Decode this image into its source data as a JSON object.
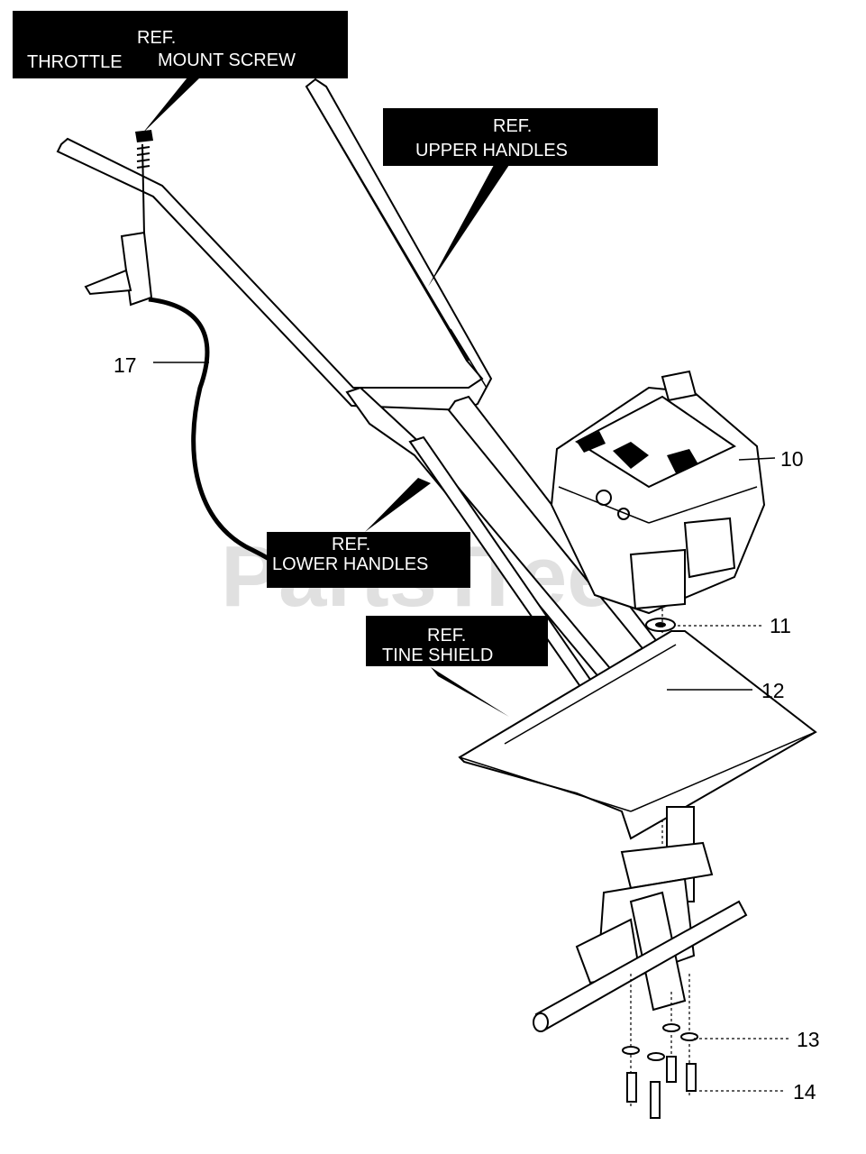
{
  "watermark": "PartsTree",
  "callouts": {
    "throttle_ref": "REF.",
    "throttle": "THROTTLE",
    "mount_screw": "MOUNT SCREW",
    "upper_ref": "REF.",
    "upper_handles": "UPPER HANDLES",
    "lower_ref": "REF.",
    "lower_handles": "LOWER HANDLES",
    "tine_ref": "REF.",
    "tine_shield": "TINE SHIELD"
  },
  "part_numbers": {
    "p10": "10",
    "p11": "11",
    "p12": "12",
    "p13": "13",
    "p14": "14",
    "p17": "17"
  }
}
